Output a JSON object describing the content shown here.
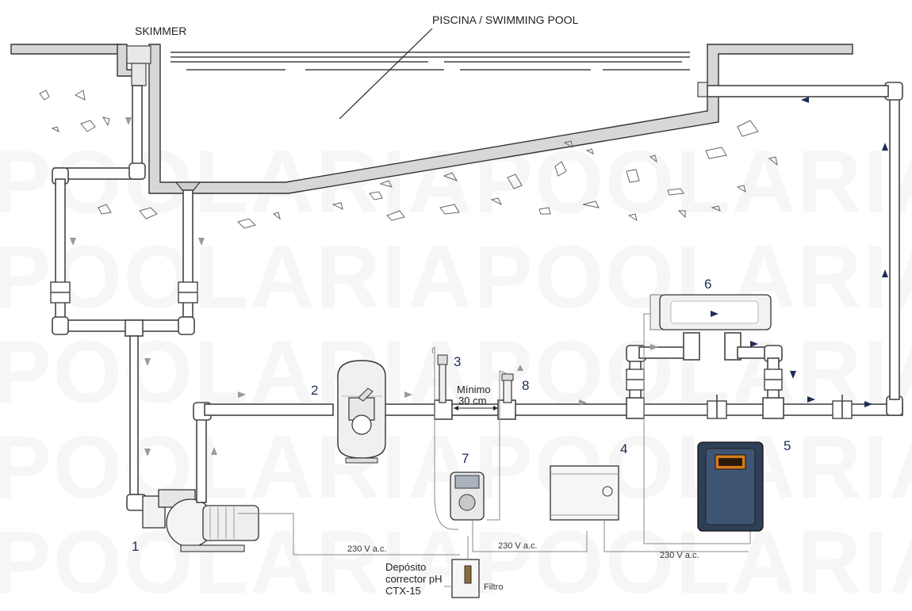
{
  "title": "PISCINA / SWIMMING POOL",
  "watermark": [
    "POOLARIAPOOLARIA",
    "POOLARIAPOOLARIA",
    "POOLARIAPOOLARIA",
    "POOLARIAPOOLARIA",
    "POOLARIAPOOLARIA"
  ],
  "labels": {
    "skimmer": "SKIMMER",
    "minimo_line1": "Mínimo",
    "minimo_line2": "30 cm",
    "deposito_line1": "Depósito",
    "deposito_line2": "corrector pH",
    "deposito_line3": "CTX-15",
    "filtro": "Filtro",
    "voltage": "230 V a.c."
  },
  "components": [
    {
      "number": "1",
      "name": "pump"
    },
    {
      "number": "2",
      "name": "sand-filter"
    },
    {
      "number": "3",
      "name": "ph-probe"
    },
    {
      "number": "4",
      "name": "control-box"
    },
    {
      "number": "5",
      "name": "salt-chlorinator-controller"
    },
    {
      "number": "6",
      "name": "electrolysis-cell"
    },
    {
      "number": "7",
      "name": "dosing-pump"
    },
    {
      "number": "8",
      "name": "injection-point"
    }
  ],
  "colors": {
    "flow_gray": "#9a9a9a",
    "flow_blue": "#1d2c57",
    "wall": "#d7d7d7",
    "controller_body": "#2f3f57",
    "controller_screen": "#d87a1e"
  }
}
